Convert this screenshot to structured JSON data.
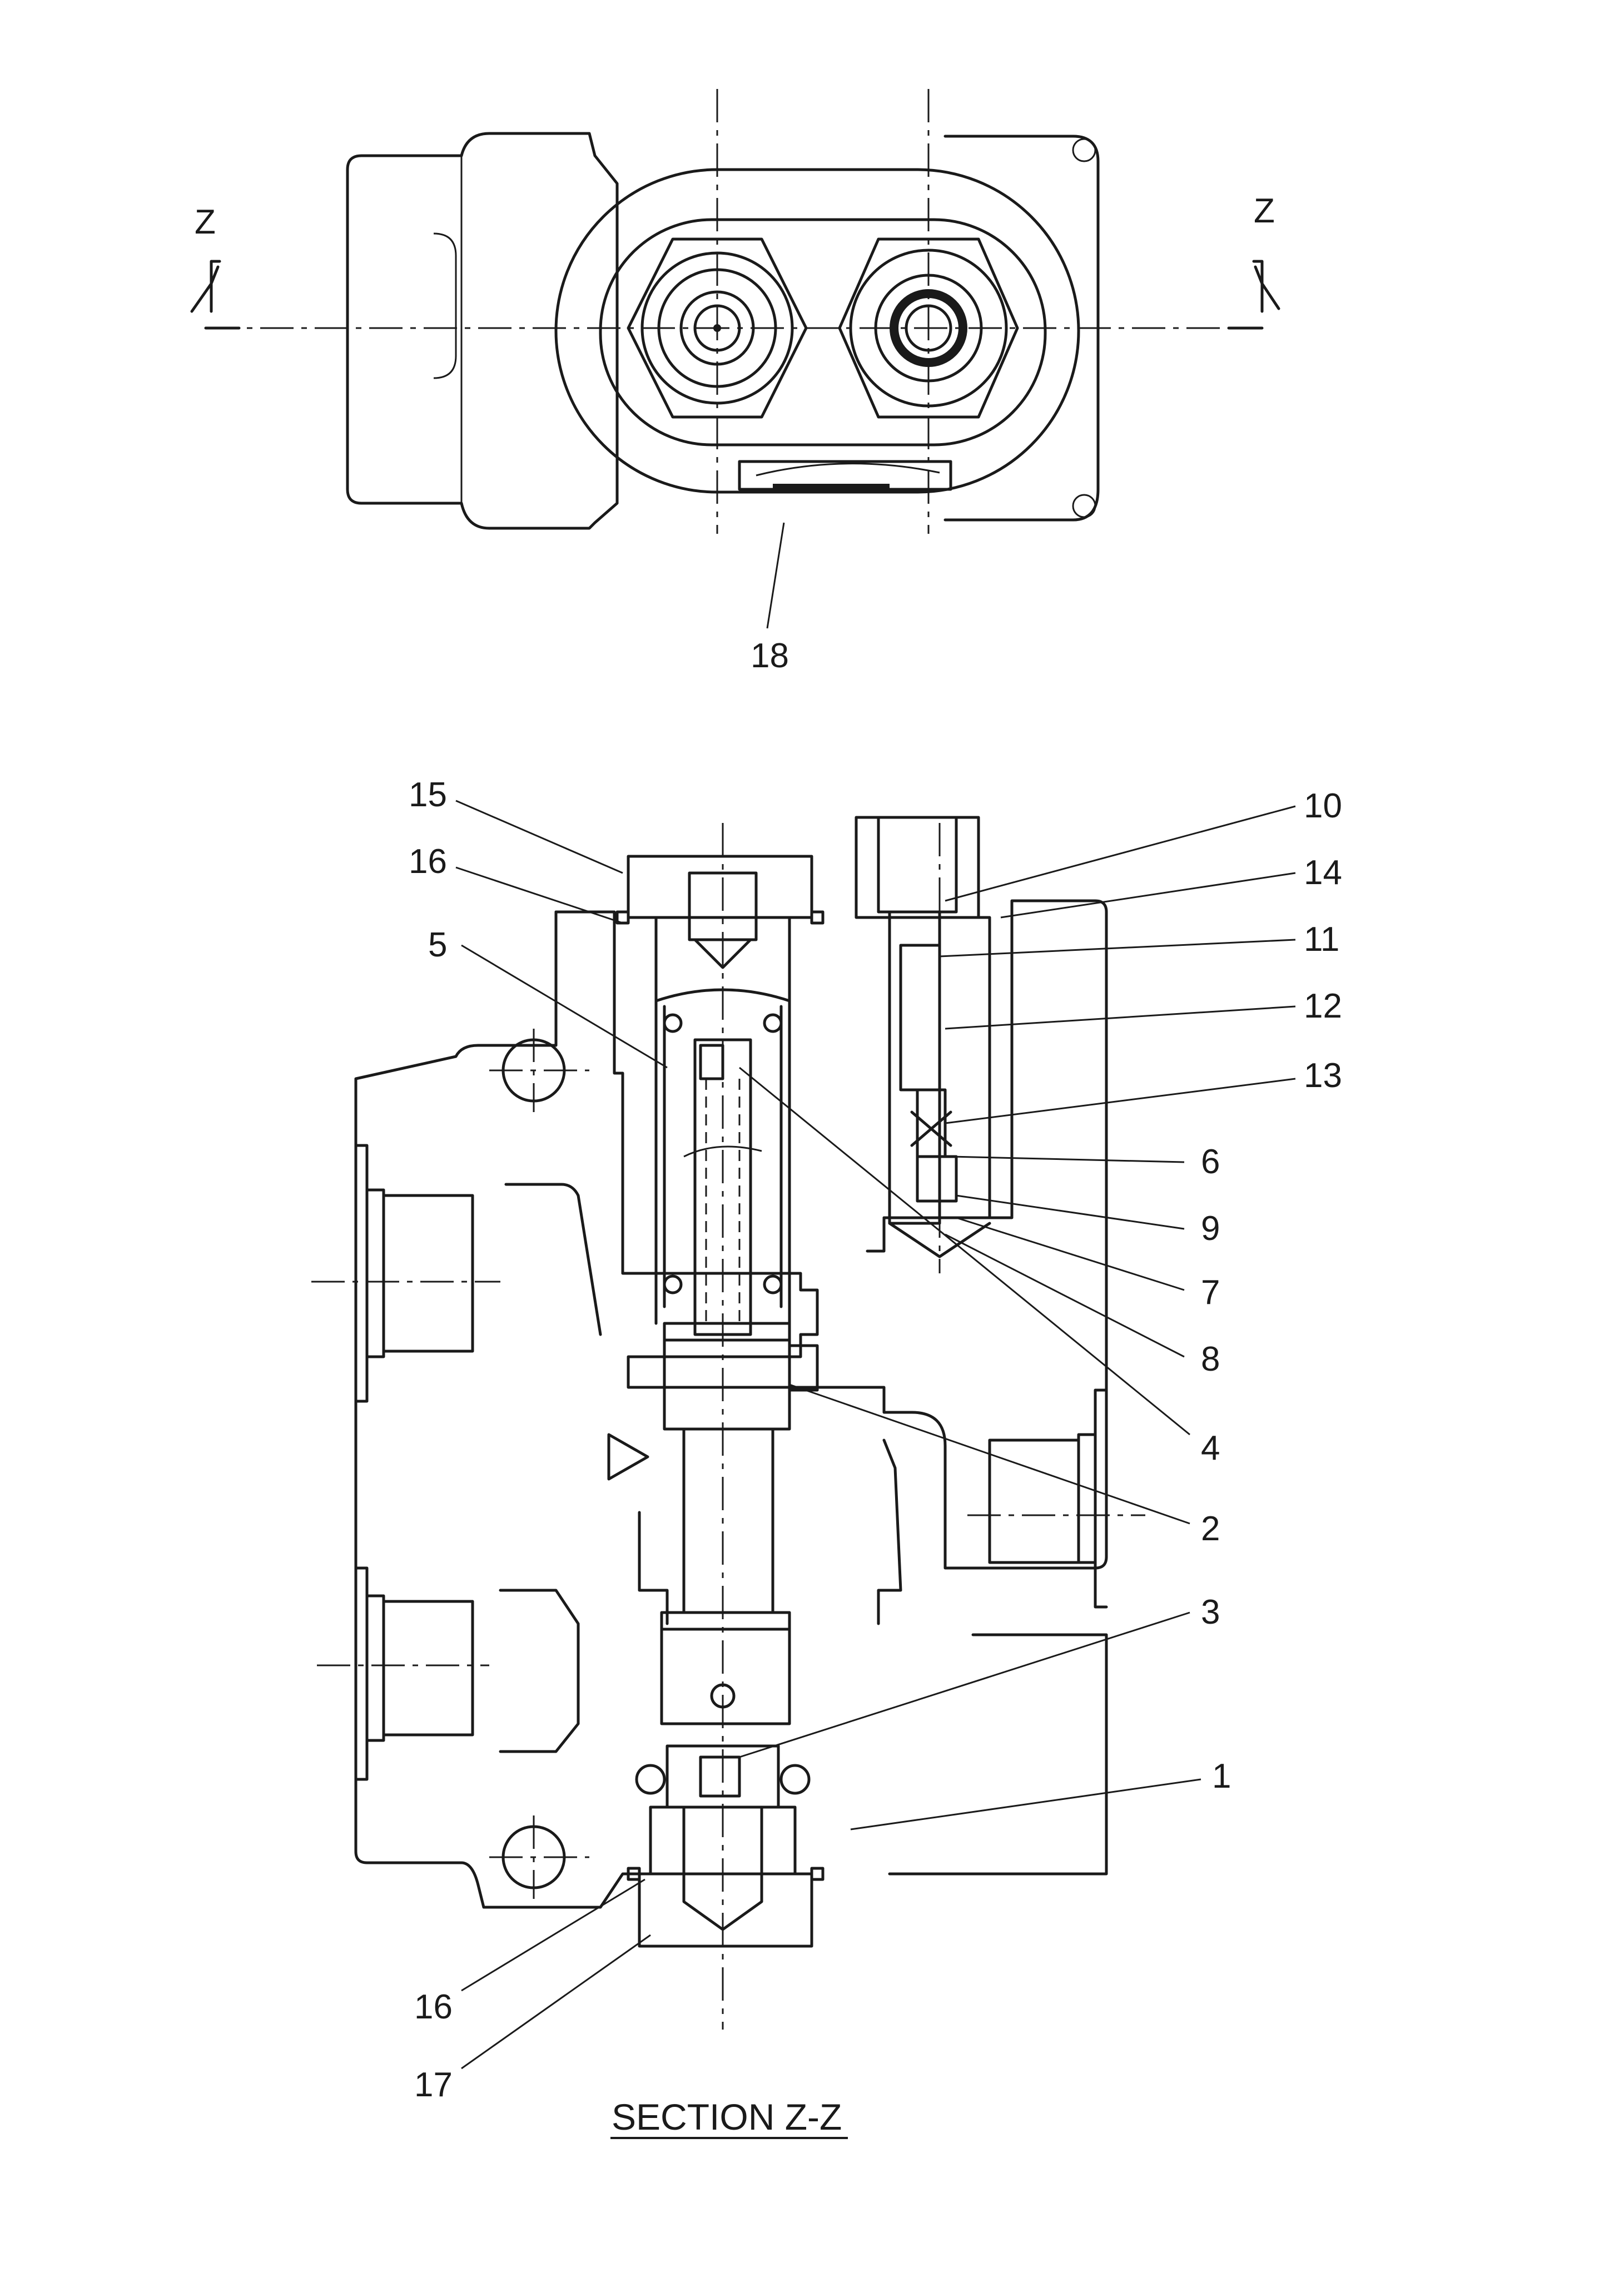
{
  "section_markers": [
    "Z",
    "Z"
  ],
  "section_title": "SECTION Z-Z",
  "callouts": [
    {
      "id": "c18",
      "text": "18"
    },
    {
      "id": "c15",
      "text": "15"
    },
    {
      "id": "c16a",
      "text": "16"
    },
    {
      "id": "c5",
      "text": "5"
    },
    {
      "id": "c10",
      "text": "10"
    },
    {
      "id": "c14",
      "text": "14"
    },
    {
      "id": "c11",
      "text": "11"
    },
    {
      "id": "c12",
      "text": "12"
    },
    {
      "id": "c13",
      "text": "13"
    },
    {
      "id": "c6",
      "text": "6"
    },
    {
      "id": "c9",
      "text": "9"
    },
    {
      "id": "c7",
      "text": "7"
    },
    {
      "id": "c8",
      "text": "8"
    },
    {
      "id": "c4",
      "text": "4"
    },
    {
      "id": "c2",
      "text": "2"
    },
    {
      "id": "c3",
      "text": "3"
    },
    {
      "id": "c1",
      "text": "1"
    },
    {
      "id": "c16b",
      "text": "16"
    },
    {
      "id": "c17",
      "text": "17"
    }
  ]
}
